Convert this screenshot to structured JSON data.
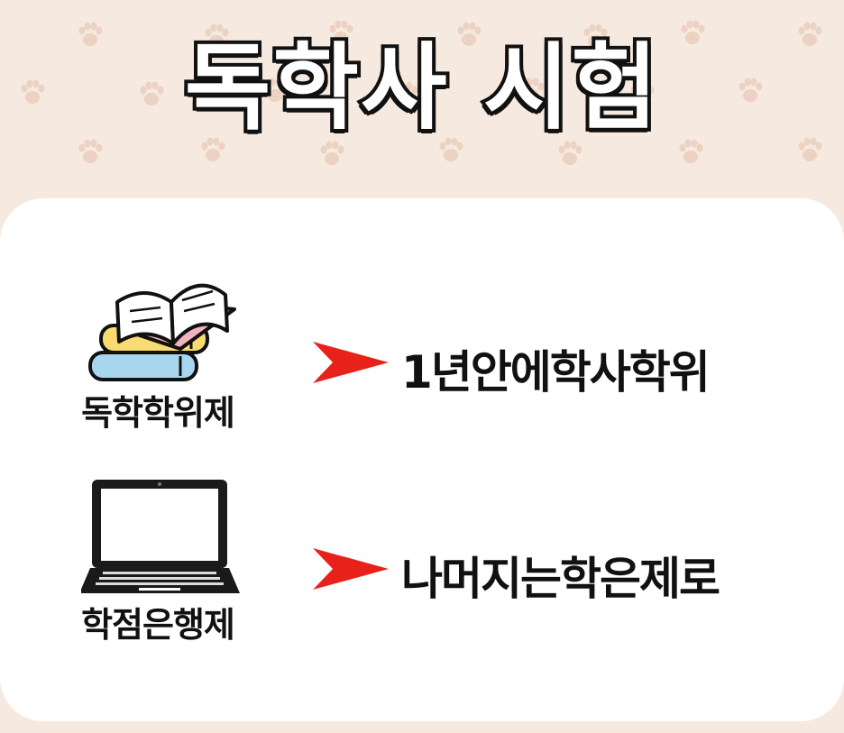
{
  "header": {
    "title": "독학사 시험"
  },
  "items": [
    {
      "icon": "books-icon",
      "label": "독학학위제",
      "arrow": "arrow-right-icon",
      "description": "1년안에학사학위"
    },
    {
      "icon": "laptop-icon",
      "label": "학점은행제",
      "arrow": "arrow-right-icon",
      "description": "나머지는학은제로"
    }
  ],
  "colors": {
    "background": "#f6e9df",
    "paw": "#e9c9b6",
    "card": "#ffffff",
    "arrow": "#e8211b",
    "text": "#111111"
  }
}
